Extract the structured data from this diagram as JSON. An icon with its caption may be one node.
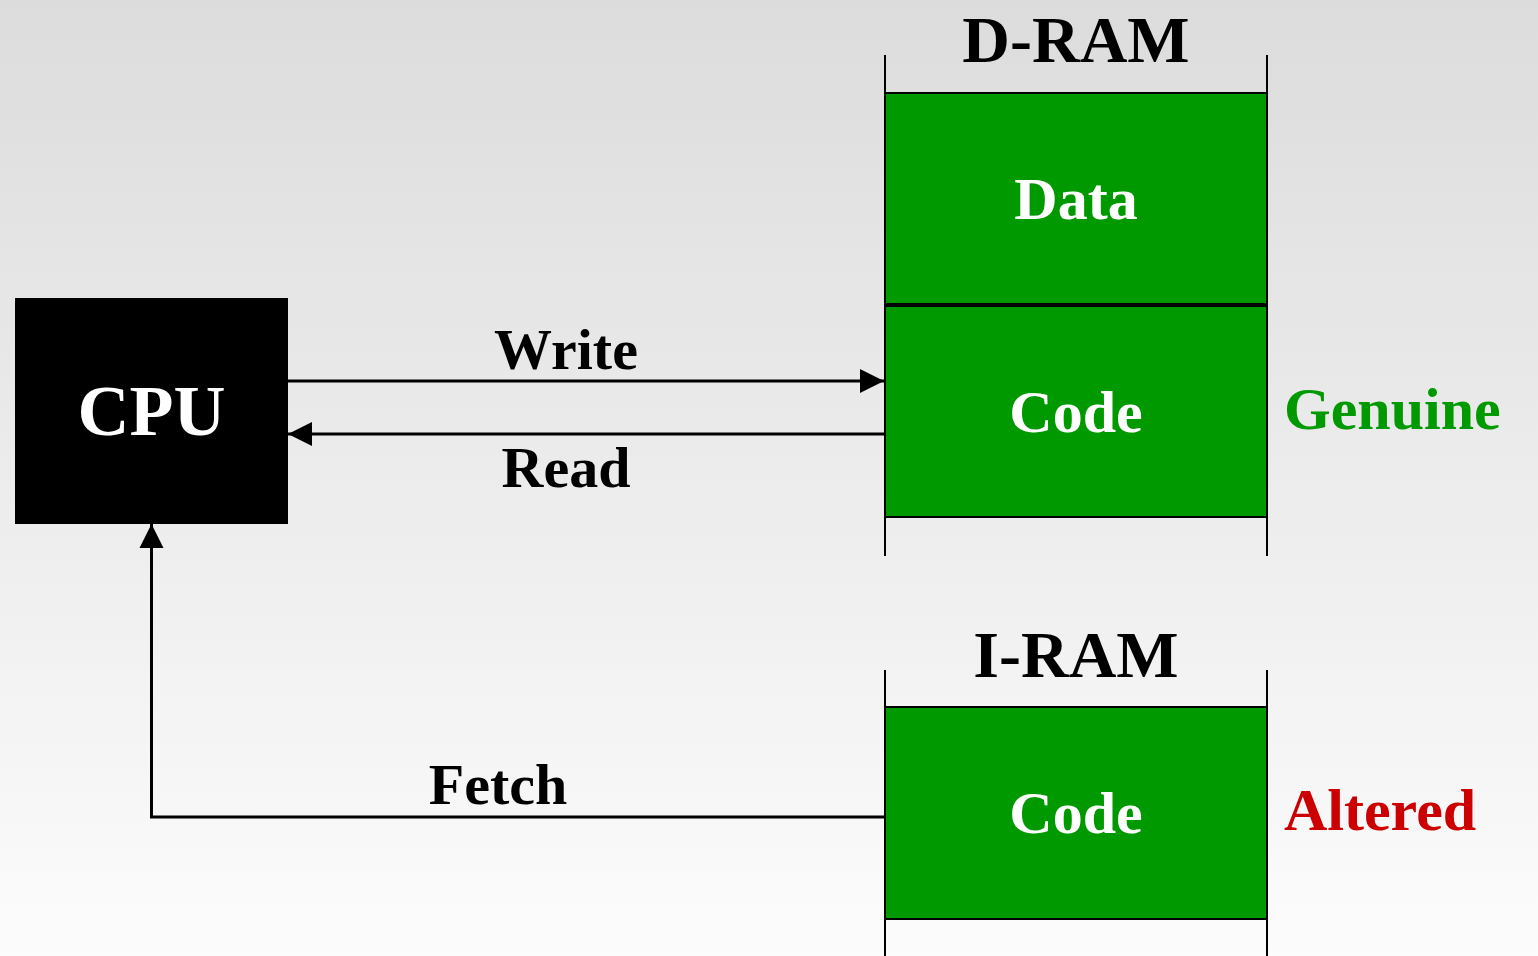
{
  "diagram": {
    "nodes": [
      {
        "text": [
          "CPU"
        ]
      },
      {
        "text": [
          "D-RAM"
        ]
      },
      {
        "text": [
          "Data"
        ],
        "in": 1
      },
      {
        "text": [
          "Code"
        ],
        "in": 1,
        "beside": [
          "Genuine"
        ]
      },
      {
        "text": [
          "I-RAM"
        ]
      },
      {
        "text": [
          "Code"
        ],
        "in": 4,
        "beside": [
          "Altered"
        ]
      }
    ],
    "edges": [
      {
        "from": 0,
        "to": 3,
        "arrow": "to",
        "label": "Write"
      },
      {
        "from": 3,
        "to": 0,
        "arrow": "to",
        "label": "Read"
      },
      {
        "from": 5,
        "to": 0,
        "arrow": "to",
        "label": "Fetch"
      }
    ]
  }
}
